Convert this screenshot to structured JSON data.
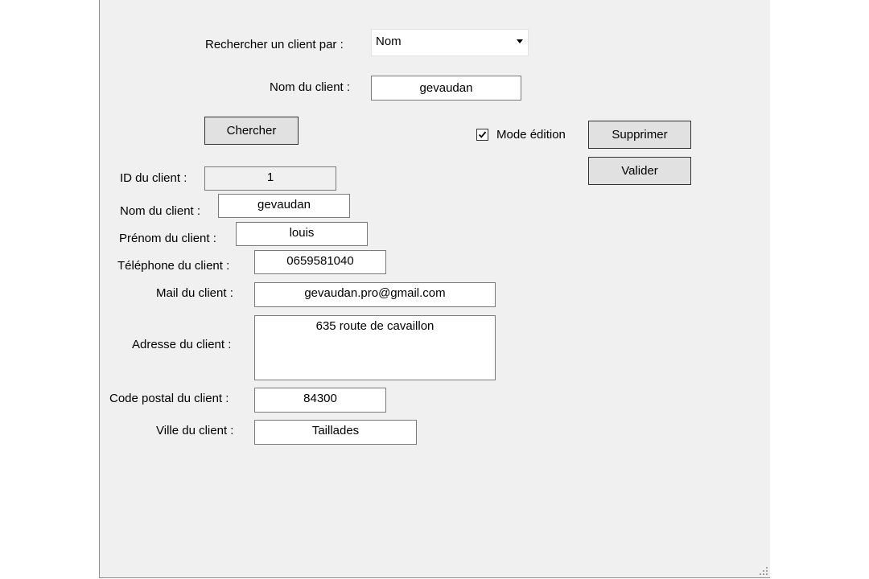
{
  "search": {
    "by_label": "Rechercher un client par :",
    "by_value": "Nom",
    "name_label": "Nom du client :",
    "name_value": "gevaudan",
    "search_button": "Chercher"
  },
  "actions": {
    "edit_mode_label": "Mode édition",
    "edit_mode_checked": true,
    "delete_button": "Supprimer",
    "validate_button": "Valider"
  },
  "client": {
    "id_label": "ID du client :",
    "id_value": "1",
    "lastname_label": "Nom du client :",
    "lastname_value": "gevaudan",
    "firstname_label": "Prénom du client :",
    "firstname_value": "louis",
    "phone_label": "Téléphone du client :",
    "phone_value": "0659581040",
    "mail_label": "Mail du client :",
    "mail_value": "gevaudan.pro@gmail.com",
    "address_label": "Adresse du client :",
    "address_value": "635 route de cavaillon",
    "postal_label": "Code postal du client :",
    "postal_value": "84300",
    "city_label": "Ville du client :",
    "city_value": "Taillades"
  }
}
